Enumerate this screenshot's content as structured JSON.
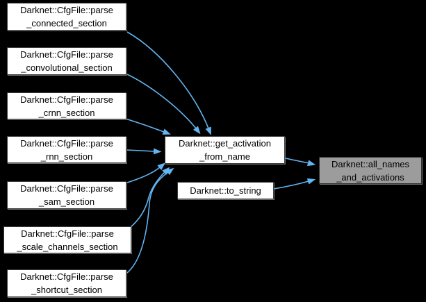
{
  "colors": {
    "background": "#000000",
    "edge": "#63b5f2",
    "node_fill": "#ffffff",
    "node_border": "#3d3d3d",
    "node_text": "#000000",
    "highlight_fill": "#9c9c9c",
    "highlight_border": "#2e2e2e"
  },
  "nodes": [
    {
      "line1": "Darknet::CfgFile::parse",
      "line2": "_connected_section"
    },
    {
      "line1": "Darknet::CfgFile::parse",
      "line2": "_convolutional_section"
    },
    {
      "line1": "Darknet::CfgFile::parse",
      "line2": "_crnn_section"
    },
    {
      "line1": "Darknet::CfgFile::parse",
      "line2": "_rnn_section"
    },
    {
      "line1": "Darknet::CfgFile::parse",
      "line2": "_sam_section"
    },
    {
      "line1": "Darknet::CfgFile::parse",
      "line2": "_scale_channels_section"
    },
    {
      "line1": "Darknet::CfgFile::parse",
      "line2": "_shortcut_section"
    },
    {
      "line1": "Darknet::get_activation",
      "line2": "_from_name"
    },
    {
      "line1": "Darknet::to_string"
    },
    {
      "line1": "Darknet::all_names",
      "line2": "_and_activations"
    }
  ]
}
